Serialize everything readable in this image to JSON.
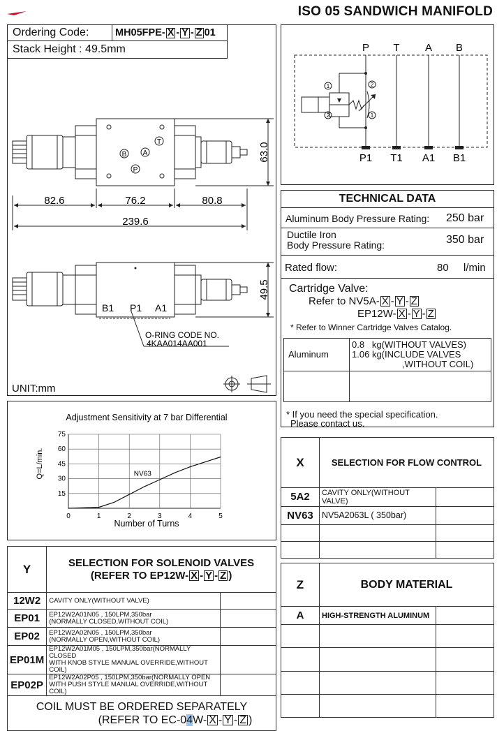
{
  "header": {
    "title": "ISO 05 SANDWICH MANIFOLD"
  },
  "ordering": {
    "label": "Ordering Code:",
    "code_prefix": "MH05FPE-",
    "x": "X",
    "y": "Y",
    "z": "Z",
    "dash": "-",
    "code_suffix": "01",
    "stack_height": "Stack Height : 49.5mm"
  },
  "drawing": {
    "dims": {
      "left": "82.6",
      "mid": "76.2",
      "right": "80.8",
      "total": "239.6",
      "height_top": "63.0",
      "height_bottom": "49.5"
    },
    "ports_front": {
      "b": "B",
      "a": "A",
      "t": "T",
      "p": "P"
    },
    "ports_bottom": {
      "b1": "B1",
      "p1": "P1",
      "a1": "A1"
    },
    "oring_label": "O-RING CODE NO.",
    "oring_code": "4KAA014AA001",
    "unit": "UNIT:mm"
  },
  "schematic": {
    "top_ports": [
      "P",
      "T",
      "A",
      "B"
    ],
    "bottom_ports": [
      "P1",
      "T1",
      "A1",
      "B1"
    ],
    "num1": "1",
    "num2": "2"
  },
  "technical": {
    "heading": "TECHNICAL DATA",
    "alu_label": "Aluminum Body Pressure Rating:",
    "alu_value": "250 bar",
    "iron_label_1": "Ductile Iron",
    "iron_label_2": "Body Pressure Rating:",
    "iron_value": "350 bar",
    "flow_label": "Rated flow:",
    "flow_value": "80",
    "flow_unit": "l/min",
    "cartridge_label": "Cartridge Valve:",
    "refer_to": "Refer to NV5A-",
    "ep12w": "EP12W-",
    "catalog_note": "* Refer to Winner Cartridge Valves Catalog.",
    "weight_material": "Aluminum",
    "weight_1_value": "0.8",
    "weight_1_text": "kg(WITHOUT VALVES)",
    "weight_2_value": "1.06",
    "weight_2_text": "kg(INCLUDE VALVES",
    "weight_2_text_b": ",WITHOUT COIL)",
    "special_1": "* If you need the special specification.",
    "special_2": "Please contact us."
  },
  "chart_data": {
    "type": "line",
    "title": "Adjustment Sensitivity at 7 bar Differential",
    "xlabel": "Number of Turns",
    "ylabel": "Q=L/min.",
    "xlim": [
      0,
      5
    ],
    "ylim": [
      0,
      75
    ],
    "xticks": [
      "0",
      "1",
      "2",
      "3",
      "4",
      "5"
    ],
    "yticks": [
      "15",
      "30",
      "45",
      "60",
      "75"
    ],
    "grid": true,
    "series": [
      {
        "name": "NV63",
        "x": [
          0,
          1,
          1.5,
          2,
          2.5,
          3,
          3.5,
          4,
          4.5,
          5
        ],
        "y": [
          0,
          1,
          6,
          14,
          22,
          29,
          36,
          42,
          47,
          52
        ]
      }
    ]
  },
  "flow_control": {
    "heading": "SELECTION FOR FLOW CONTROL",
    "key": "X",
    "rows": [
      {
        "code": "5A2",
        "desc": "CAVITY ONLY(WITHOUT VALVE)"
      },
      {
        "code": "NV63",
        "desc": "NV5A2063L ( 350bar)"
      }
    ]
  },
  "solenoid": {
    "key": "Y",
    "heading_1": "SELECTION FOR SOLENOID VALVES",
    "heading_2": "(REFER TO EP12W-",
    "heading_2_end": ")",
    "rows": [
      {
        "code": "12W2",
        "desc1": "CAVITY ONLY(WITHOUT VALVE)",
        "desc2": ""
      },
      {
        "code": "EP01",
        "desc1": "EP12W2A01N05 , 150LPM,350bar",
        "desc2": "(NORMALLY CLOSED,WITHOUT COIL)"
      },
      {
        "code": "EP02",
        "desc1": "EP12W2A02N05 , 150LPM,350bar",
        "desc2": "(NORMALLY OPEN,WITHOUT COIL)"
      },
      {
        "code": "EP01M",
        "desc1": "EP12W2A01M05 , 150LPM,350bar(NORMALLY CLOSED",
        "desc2": "WITH KNOB STYLE MANUAL OVERRIDE,WITHOUT COIL)"
      },
      {
        "code": "EP02P",
        "desc1": "EP12W2A02P05 , 150LPM,350bar(NORMALLY OPEN",
        "desc2": "WITH PUSH STYLE MANUAL OVERRIDE,WITHOUT COIL)"
      }
    ],
    "coil_1": "COIL MUST BE ORDERED SEPARATELY",
    "coil_2a": "(REFER TO EC-0",
    "coil_2b": "4",
    "coil_2c": "W-",
    "coil_2d": ")"
  },
  "body_material": {
    "key": "Z",
    "heading": "BODY MATERIAL",
    "rows": [
      {
        "code": "A",
        "desc": "HIGH-STRENGTH ALUMINUM"
      }
    ]
  }
}
